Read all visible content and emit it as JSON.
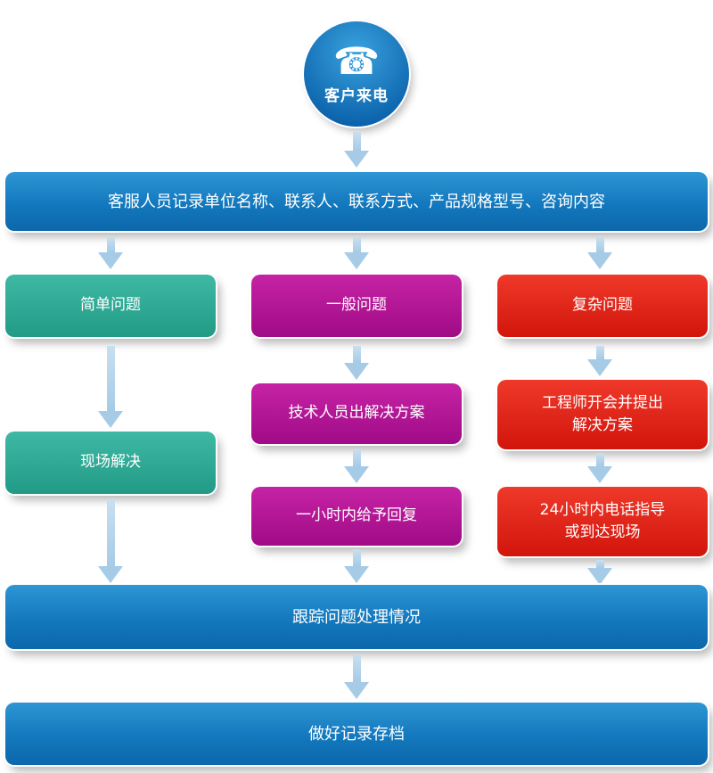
{
  "start": {
    "label": "客户来电",
    "icon": "phone-icon",
    "glyph": "☎"
  },
  "banners": {
    "record": "客服人员记录单位名称、联系人、联系方式、产品规格型号、咨询内容",
    "track": "跟踪问题处理情况",
    "archive": "做好记录存档"
  },
  "columns": {
    "simple": {
      "title": "简单问题",
      "steps": [
        "现场解决"
      ]
    },
    "general": {
      "title": "一般问题",
      "steps": [
        "技术人员出解决方案",
        "一小时内给予回复"
      ]
    },
    "complex": {
      "title": "复杂问题",
      "steps": [
        "工程师开会并提出\n解决方案",
        "24小时内电话指导\n或到达现场"
      ]
    }
  },
  "colors": {
    "blue_top": "#2e96d4",
    "blue_mid": "#1378bd",
    "blue_bottom": "#0d67ab",
    "teal_top": "#3fb8a4",
    "teal_bottom": "#219b86",
    "magenta_top": "#c623a5",
    "magenta_bottom": "#a00b86",
    "red_top": "#ef392a",
    "red_bottom": "#d2150c",
    "circle_light": "#3aa2de",
    "circle_dark": "#0b62ab",
    "arrow": "#a6cbe7"
  }
}
